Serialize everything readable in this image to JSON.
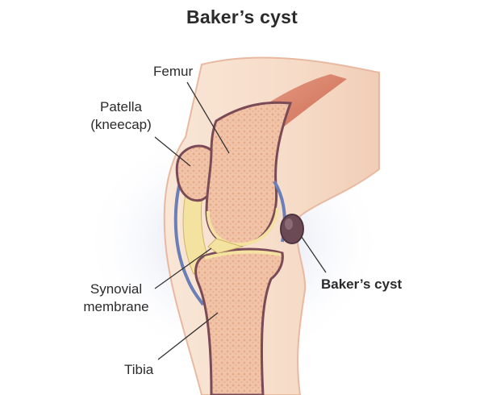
{
  "title": "Baker’s cyst",
  "labels": {
    "femur": "Femur",
    "patella_line1": "Patella",
    "patella_line2": "(kneecap)",
    "synovial_line1": "Synovial",
    "synovial_line2": "membrane",
    "tibia": "Tibia",
    "bakers_cyst": "Baker’s cyst"
  },
  "colors": {
    "skin": "#f6dcc8",
    "skin_edge": "#e8b9a0",
    "bone": "#f2c7ad",
    "bone_edge": "#7a4a56",
    "marrow": "#ecb597",
    "cartilage": "#f4e2a0",
    "synovial": "#6a7fb8",
    "muscle": "#d8735a",
    "cyst": "#6b4a55",
    "leader": "#333333",
    "glow": "#c9cfe8"
  }
}
